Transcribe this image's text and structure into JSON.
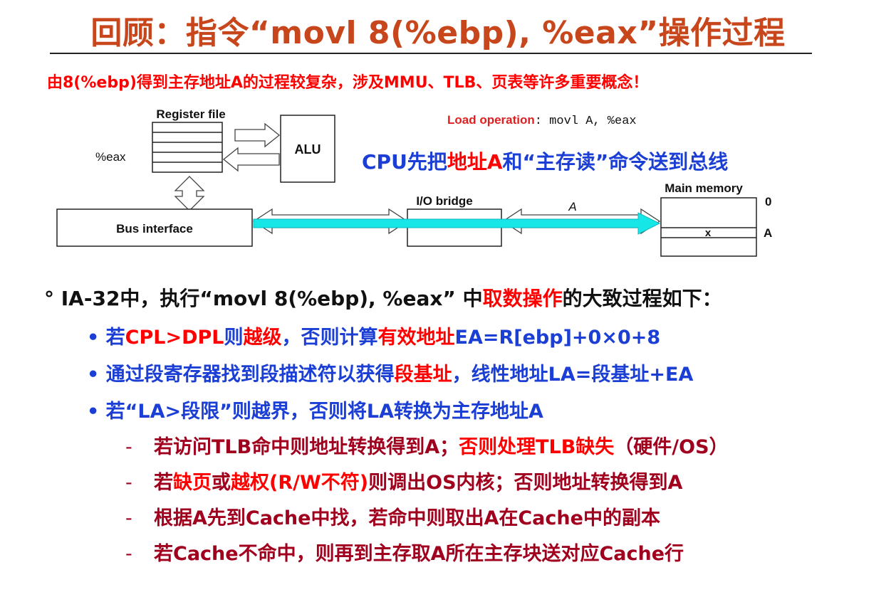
{
  "slide": {
    "title": "回顾：指令“movl 8(%ebp), %eax”操作过程",
    "subtitle": "由8(%ebp)得到主存地址A的过程较复杂，涉及MMU、TLB、页表等许多重要概念！"
  },
  "diagram": {
    "register_file_label": "Register file",
    "eax_label": "%eax",
    "alu_label": "ALU",
    "bus_interface_label": "Bus interface",
    "io_bridge_label": "I/O bridge",
    "bus_address_label": "A",
    "main_memory_label": "Main memory",
    "mem_addr_0": "0",
    "mem_addr_a": "A",
    "mem_cell_x": "x",
    "load_op_prefix": "Load operation",
    "load_op_code": ": movl  A,  %eax",
    "cpu_caption": {
      "p1": "CPU先把",
      "p2": "地址A",
      "p3": "和“主存读”命令送到总线"
    }
  },
  "content": {
    "intro": {
      "p1": "° IA-32中，执行“movl 8(%ebp), %eax” 中",
      "p2": "取数操作",
      "p3": "的大致过程如下："
    },
    "bullet1": {
      "p1": "• 若",
      "p2": "CPL>DPL",
      "p3": "则",
      "p4": "越级",
      "p5": "，否则计算",
      "p6": "有效地址",
      "p7": "EA=R[ebp]+0×0+8"
    },
    "bullet2": {
      "p1": "• 通过段寄存器找到段描述符以获得",
      "p2": "段基址",
      "p3": "，线性地址LA=段基址+EA"
    },
    "bullet3": {
      "p1": "• 若“LA>段限”则越界，否则将LA转换为主存地址A"
    },
    "sub1": {
      "dash": "-",
      "p1": "若访问TLB命中则地址转换得到A；",
      "p2": "否则处理TLB缺失",
      "p3": "（硬件/OS）"
    },
    "sub2": {
      "dash": "-",
      "p1": "若",
      "p2": "缺页",
      "p3": "或",
      "p4": "越权(R/W不符)",
      "p5": "则调出OS内核；否则地址转换得到A"
    },
    "sub3": {
      "dash": "-",
      "p1": "根据A先到Cache中找，若命中则取出A在Cache中的副本"
    },
    "sub4": {
      "dash": "-",
      "p1": "若Cache不命中，则再到主存取A所在主存块送对应Cache行"
    }
  }
}
